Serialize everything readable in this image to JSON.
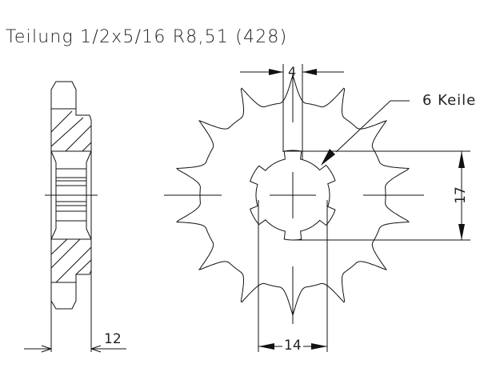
{
  "title": "Teilung 1/2x5/16 R8,51 (428)",
  "labels": {
    "keys_note": "6 Keile",
    "dim_key_width": "4",
    "dim_bore_height": "17",
    "dim_bore_width": "14",
    "dim_thickness": "12"
  },
  "sprocket": {
    "teeth": 14,
    "spline_keys": 6
  }
}
